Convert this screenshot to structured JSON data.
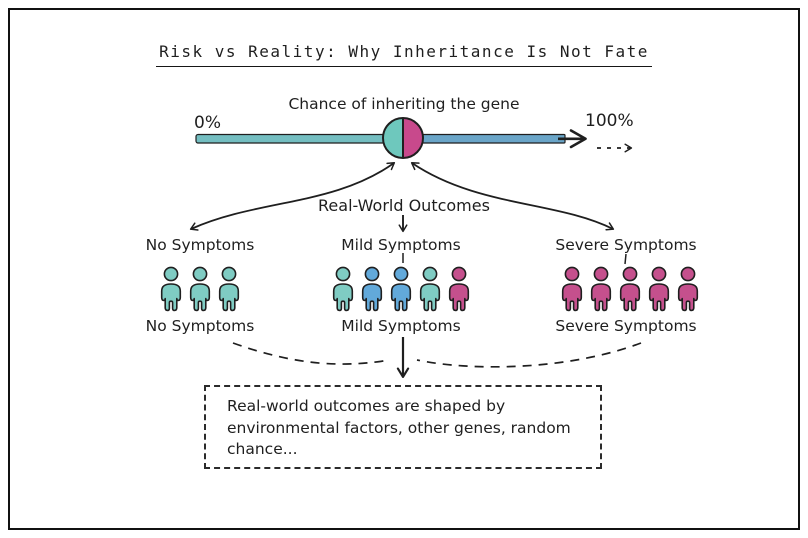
{
  "title": "Risk vs Reality: Why Inheritance Is Not Fate",
  "axis": {
    "label": "Chance of inheriting the gene",
    "min_label": "0%",
    "max_label": "100%"
  },
  "outcomes": {
    "heading": "Real-World Outcomes",
    "groups": [
      {
        "label": "No Symptoms",
        "people": [
          "teal",
          "teal",
          "teal"
        ]
      },
      {
        "label": "Mild Symptoms",
        "people": [
          "teal",
          "blue",
          "blue",
          "teal",
          "magenta"
        ]
      },
      {
        "label": "Severe Symptoms",
        "people": [
          "magenta",
          "magenta",
          "magenta",
          "magenta",
          "magenta"
        ]
      }
    ]
  },
  "note": {
    "text": "Real-world outcomes are shaped by environmental factors, other genes, random chance..."
  },
  "icons": {
    "person": "person-icon",
    "axis_arrow": "arrow-right-icon",
    "dashed_arrow": "dashed-arrow-right-icon",
    "curved_arrows": "double-headed-curved-arrow-icon",
    "down_arrow": "arrow-down-icon"
  },
  "colors": {
    "ink": "#1f1f1f",
    "teal": "#7fccc3",
    "blue": "#62a9da",
    "magenta": "#c5508d",
    "bar_teal": "#74bec1",
    "bar_blue": "#6aa5c8",
    "circle_teal": "#6ec8bd",
    "circle_magenta": "#c8498c"
  }
}
